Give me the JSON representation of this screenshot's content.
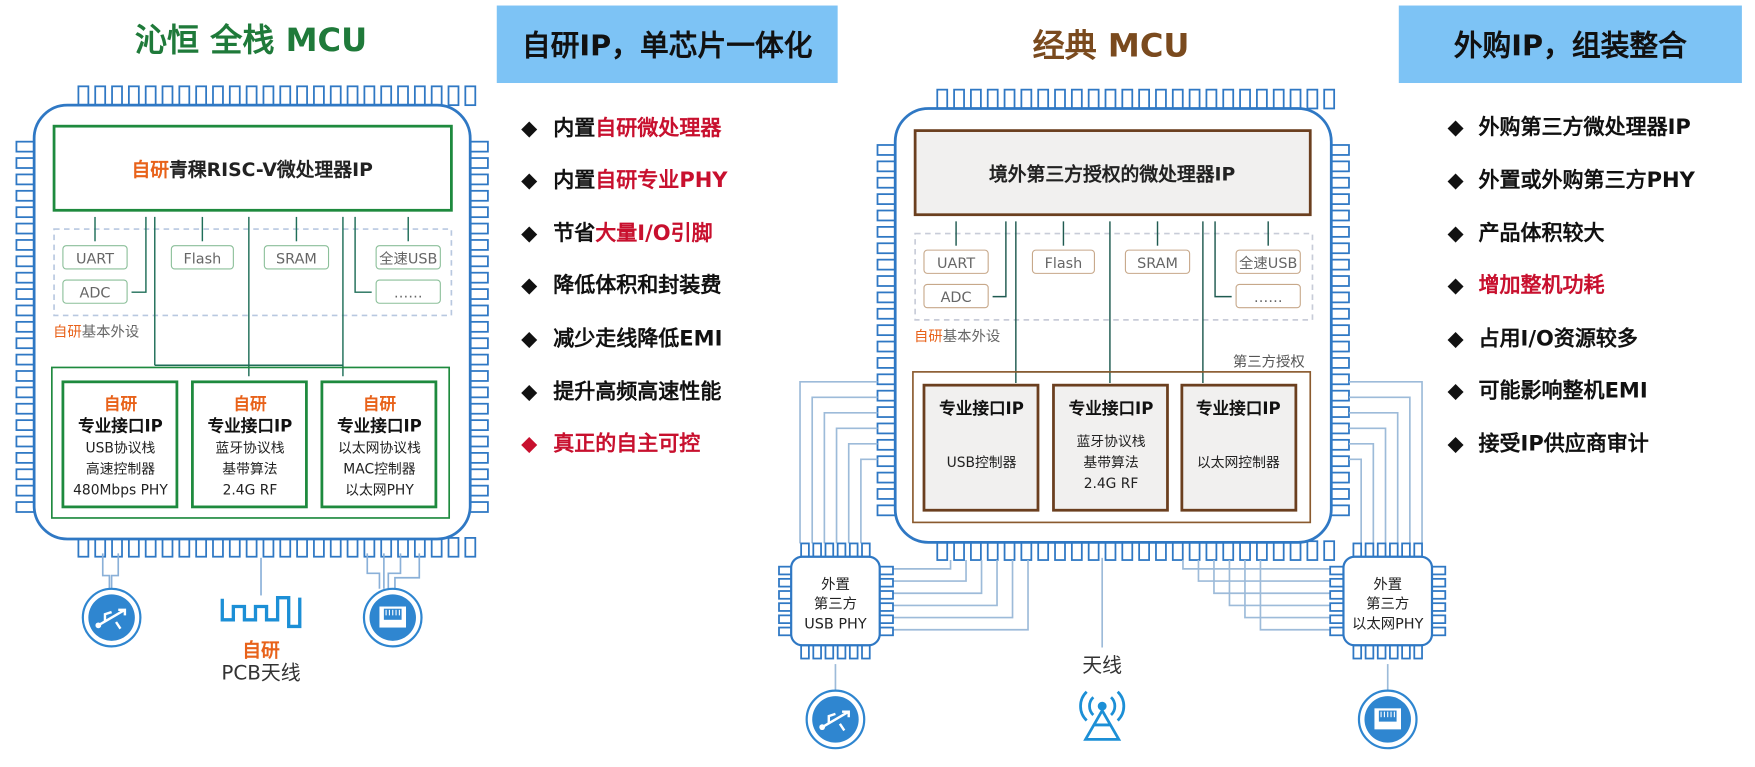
{
  "left": {
    "title": "沁恒 全栈 MCU",
    "banner": "自研IP，单芯片一体化",
    "cpu_prefix": "自研",
    "cpu_rest": "青稞RISC-V微处理器IP",
    "periph_row1": [
      "UART",
      "Flash",
      "SRAM",
      "全速USB"
    ],
    "periph_row2": [
      "ADC",
      "……"
    ],
    "periph_group_prefix": "自研",
    "periph_group_rest": "基本外设",
    "ip_blocks": [
      {
        "prefix": "自研",
        "title": "专业接口IP",
        "lines": [
          "USB协议栈",
          "高速控制器",
          "480Mbps PHY"
        ]
      },
      {
        "prefix": "自研",
        "title": "专业接口IP",
        "lines": [
          "蓝牙协议栈",
          "基带算法",
          "2.4G RF"
        ]
      },
      {
        "prefix": "自研",
        "title": "专业接口IP",
        "lines": [
          "以太网协议栈",
          "MAC控制器",
          "以太网PHY"
        ]
      }
    ],
    "antenna_prefix": "自研",
    "antenna_label": "PCB天线",
    "bullets": [
      {
        "plain": "内置",
        "highlight": "自研微处理器"
      },
      {
        "plain": "内置",
        "highlight": "自研专业PHY"
      },
      {
        "plain": "节省",
        "highlight": "大量I/O引脚"
      },
      {
        "plain": "降低体积和封装费",
        "highlight": ""
      },
      {
        "plain": "减少走线降低EMI",
        "highlight": ""
      },
      {
        "plain": "提升高频高速性能",
        "highlight": ""
      },
      {
        "plain": "",
        "highlight": "真正的自主可控",
        "red_bullet": true
      }
    ]
  },
  "right": {
    "title": "经典 MCU",
    "banner": "外购IP，组装整合",
    "cpu_label": "境外第三方授权的微处理器IP",
    "periph_row1": [
      "UART",
      "Flash",
      "SRAM",
      "全速USB"
    ],
    "periph_row2": [
      "ADC",
      "……"
    ],
    "periph_group_prefix": "自研",
    "periph_group_rest": "基本外设",
    "third_party_label": "第三方授权",
    "ip_blocks": [
      {
        "title": "专业接口IP",
        "lines": [
          "USB控制器"
        ]
      },
      {
        "title": "专业接口IP",
        "lines": [
          "蓝牙协议栈",
          "基带算法",
          "2.4G RF"
        ]
      },
      {
        "title": "专业接口IP",
        "lines": [
          "以太网控制器"
        ]
      }
    ],
    "ext_usb_phy": [
      "外置",
      "第三方",
      "USB PHY"
    ],
    "ext_eth_phy": [
      "外置",
      "第三方",
      "以太网PHY"
    ],
    "antenna_label": "天线",
    "bullets": [
      {
        "plain": "外购第三方微处理器IP",
        "highlight": ""
      },
      {
        "plain": "外置或外购第三方PHY",
        "highlight": ""
      },
      {
        "plain": "产品体积较大",
        "highlight": ""
      },
      {
        "plain": "",
        "highlight": "增加整机功耗"
      },
      {
        "plain": "占用I/O资源较多",
        "highlight": ""
      },
      {
        "plain": "可能影响整机EMI",
        "highlight": ""
      },
      {
        "plain": "接受IP供应商审计",
        "highlight": ""
      }
    ]
  },
  "colors": {
    "green_title": "#1f7a3a",
    "brown_title": "#7a4a1e",
    "banner_bg": "#7dc3f5",
    "chip_blue": "#2f78c4",
    "green_box": "#1e8a3e",
    "brown_box": "#6b3f1f",
    "orange": "#e8621a",
    "red": "#c8102e",
    "gray_text": "#555555"
  }
}
